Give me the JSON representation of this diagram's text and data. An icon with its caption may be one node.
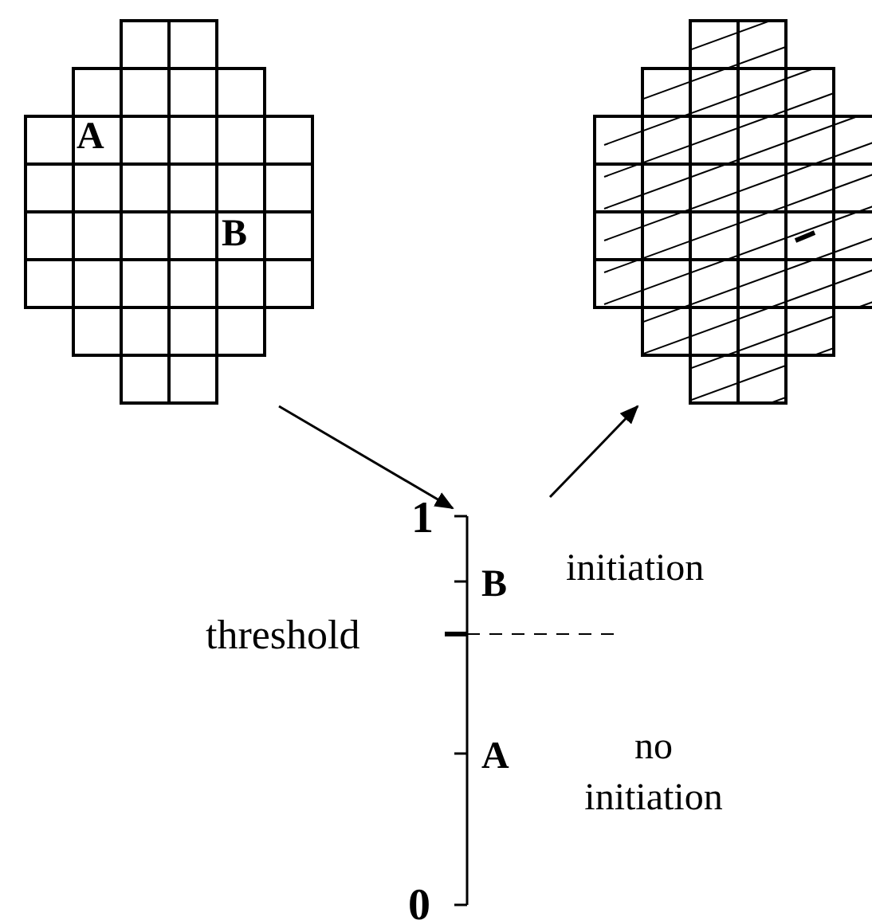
{
  "diagram": {
    "nodes": [
      {
        "text": [],
        "shape": "picture"
      },
      {
        "text": [],
        "shape": "picture"
      },
      {
        "text": [],
        "shape": "picture"
      }
    ],
    "edges": [
      {
        "from": 0,
        "to": 1,
        "arrow": "to"
      },
      {
        "from": 1,
        "to": 2,
        "arrow": "to"
      }
    ],
    "labels": [
      "A",
      "B",
      "1",
      "B",
      "initiation",
      "threshold",
      "A",
      "no initiation",
      "0"
    ]
  }
}
